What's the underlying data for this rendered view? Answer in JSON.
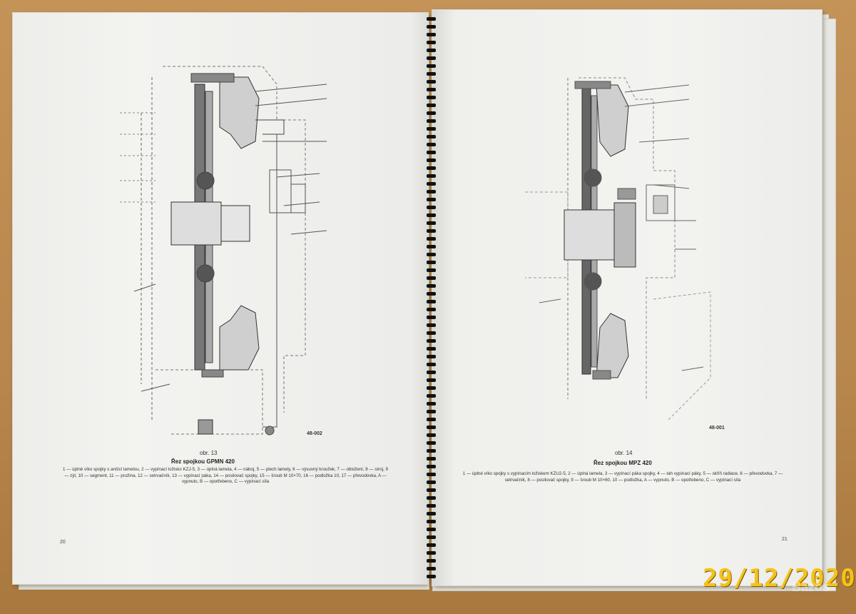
{
  "left_page": {
    "figure_label": "obr. 13",
    "caption_title": "Řez spojkou GPMN 420",
    "caption_body": "1 — úplné víko spojky s ančicí lamelou, 2 — vypínací ložisko KZJ-5, 3 — úplná lamela, 4 — náboj, 5 — plech lamely, 6 — výsuvný kroužek, 7 — obložení, 8 — stroj, 9 — zýt, 10 — segment, 11 — pružina, 12 — setrvačník, 13 — vypínací páka, 14 — posilovač spojky, 15 — šroub M 10×70, 16 — podložka 10, 17 — převodovka, A — vypnuto, B — opotřebeno, C — vypínací síla",
    "figure_code": "48-002",
    "page_number": "20"
  },
  "right_page": {
    "figure_label": "obr. 14",
    "caption_title": "Řez spojkou MPZ 420",
    "caption_body": "1 — úplné víko spojky s vypínacím ložiskem KZU2-5, 2 — úplná lamela, 3 — vypínací páka spojky, 4 — tah vypínací páky, 5 — skříň radiace, 6 — převodovka, 7 — setrvačník, 8 — posilovač spojky, 9 — šroub M 10×60, 10 — podložka, A — vypnuto, B — opotřebeno, C — vypínací síla",
    "figure_code": "48-001",
    "page_number": "21"
  },
  "date_stamp": "29/12/2020",
  "watermark": "Bazos",
  "colors": {
    "date_stamp": "#f5c21b",
    "background": "#b98a50",
    "paper": "#f1f1ee"
  }
}
